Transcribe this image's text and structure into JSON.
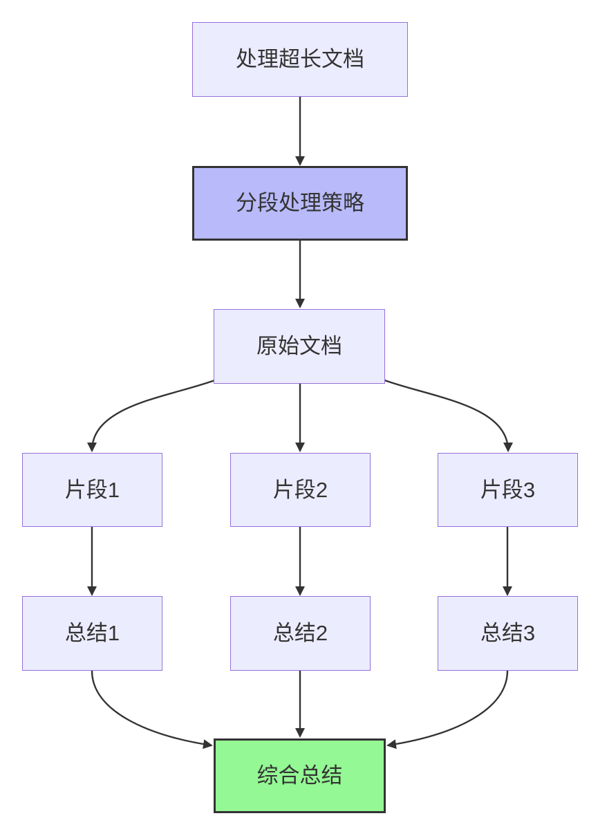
{
  "diagram": {
    "type": "flowchart",
    "direction": "top-down",
    "background": "#ffffff",
    "colors": {
      "node_fill": "#ececff",
      "node_border": "#9370db",
      "strategy_fill": "#b8baf9",
      "strategy_border": "#333333",
      "result_fill": "#94f894",
      "result_border": "#333333",
      "edge": "#333333",
      "text": "#333333"
    },
    "nodes": [
      {
        "id": "A",
        "label": "处理超长文档",
        "style": "default"
      },
      {
        "id": "B",
        "label": "分段处理策略",
        "style": "emphasis"
      },
      {
        "id": "C",
        "label": "原始文档",
        "style": "default"
      },
      {
        "id": "D1",
        "label": "片段1",
        "style": "default"
      },
      {
        "id": "D2",
        "label": "片段2",
        "style": "default"
      },
      {
        "id": "D3",
        "label": "片段3",
        "style": "default"
      },
      {
        "id": "E1",
        "label": "总结1",
        "style": "default"
      },
      {
        "id": "E2",
        "label": "总结2",
        "style": "default"
      },
      {
        "id": "E3",
        "label": "总结3",
        "style": "default"
      },
      {
        "id": "F",
        "label": "综合总结",
        "style": "success"
      }
    ],
    "edges": [
      {
        "from": "A",
        "to": "B"
      },
      {
        "from": "B",
        "to": "C"
      },
      {
        "from": "C",
        "to": "D1"
      },
      {
        "from": "C",
        "to": "D2"
      },
      {
        "from": "C",
        "to": "D3"
      },
      {
        "from": "D1",
        "to": "E1"
      },
      {
        "from": "D2",
        "to": "E2"
      },
      {
        "from": "D3",
        "to": "E3"
      },
      {
        "from": "E1",
        "to": "F"
      },
      {
        "from": "E2",
        "to": "F"
      },
      {
        "from": "E3",
        "to": "F"
      }
    ]
  }
}
